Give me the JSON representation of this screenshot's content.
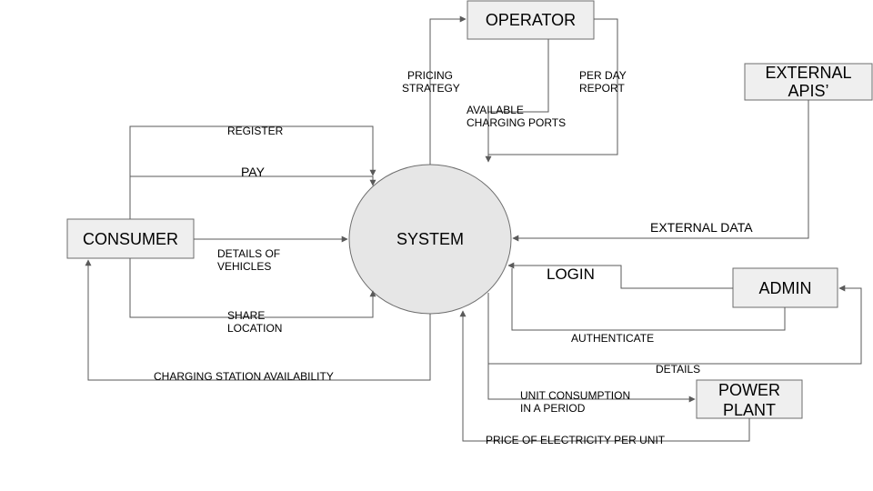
{
  "nodes": {
    "operator": "OPERATOR",
    "external_apis": [
      "EXTERNAL",
      "APIS’"
    ],
    "consumer": "CONSUMER",
    "system": "SYSTEM",
    "admin": "ADMIN",
    "power_plant": [
      "POWER",
      "PLANT"
    ]
  },
  "flows": {
    "pricing_strategy": [
      "PRICING",
      "STRATEGY"
    ],
    "per_day_report": [
      "PER DAY",
      "REPORT"
    ],
    "available_charging_ports": [
      "AVAILABLE",
      "CHARGING PORTS"
    ],
    "register": "REGISTER",
    "pay": "PAY",
    "details_of_vehicles": [
      "DETAILS OF",
      "VEHICLES"
    ],
    "share_location": [
      "SHARE",
      "LOCATION"
    ],
    "charging_station_availability": "CHARGING STATION AVAILABILITY",
    "external_data": "EXTERNAL  DATA",
    "login": "LOGIN",
    "authenticate": "AUTHENTICATE",
    "details": "DETAILS",
    "unit_consumption": [
      "UNIT CONSUMPTION",
      "IN A PERIOD"
    ],
    "price_of_electricity": "PRICE OF ELECTRICITY PER UNIT"
  },
  "colors": {
    "box_fill": "#efefef",
    "circle_fill": "#e6e6e6",
    "stroke": "#5a5a5a"
  }
}
